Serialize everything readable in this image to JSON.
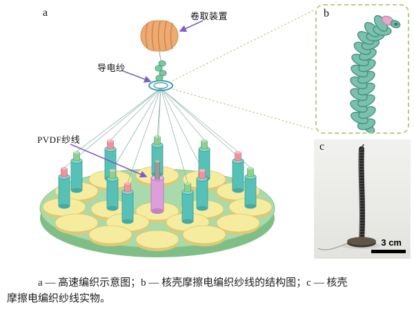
{
  "figure": {
    "type": "scientific-figure",
    "panels": {
      "a": {
        "label": "a",
        "annotations": {
          "winding_device": "卷取装置",
          "conductive_yarn": "导电纱",
          "pvdf_yarn": "PVDF纱线"
        }
      },
      "b": {
        "label": "b"
      },
      "c": {
        "label": "c",
        "scale_bar": "3 cm"
      }
    },
    "caption": {
      "line1": "a — 高速编织示意图；b — 核壳摩擦电编织纱线的结构图；c — 核壳",
      "line2": "摩擦电编织纱线实物。"
    }
  },
  "colors": {
    "platform_green": "#a9daa9",
    "disc_yellow": "#f6ec9f",
    "bobbin_teal": "#57c1b8",
    "center_bobbin_pink": "#dd9fdc",
    "coil_orange": "#edaa72",
    "arrow_purple": "#7b5ec7",
    "braid_teal": "#7ac0ad",
    "panel_b_border": "#b5cd8c"
  }
}
